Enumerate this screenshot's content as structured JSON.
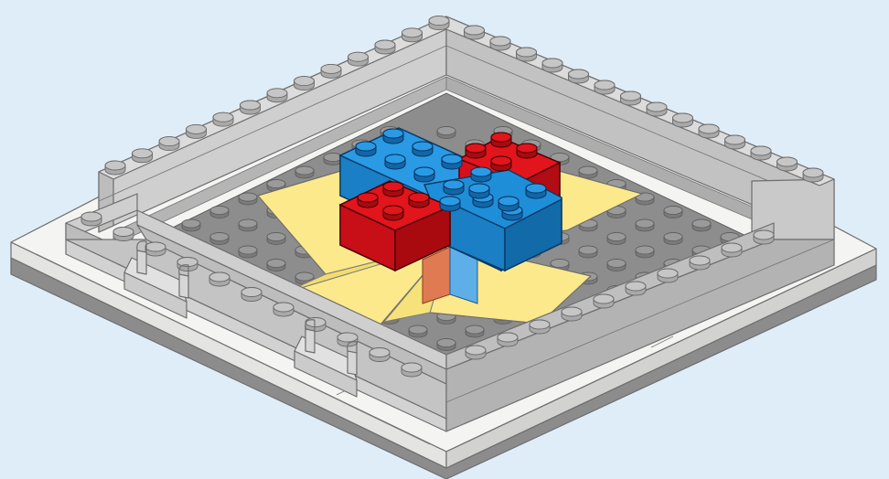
{
  "scene": {
    "colors": {
      "background": "#dfedf8",
      "baseplate_white": "#f4f4f2",
      "baseplate_edge": "#8c8c8c",
      "wall_gray": "#c9c9c9",
      "floor_gray": "#8d8d8d",
      "tile_yellow": "#fbe98c",
      "brick_red": "#d8101a",
      "brick_blue": "#1e8ed8",
      "outline": "#5f5f5f"
    },
    "bricks": [
      {
        "name": "blue-brick-back",
        "color": "blue"
      },
      {
        "name": "red-brick-back",
        "color": "red"
      },
      {
        "name": "blue-brick-front",
        "color": "blue"
      },
      {
        "name": "red-brick-front",
        "color": "red"
      }
    ],
    "hinges": 2,
    "text": []
  }
}
